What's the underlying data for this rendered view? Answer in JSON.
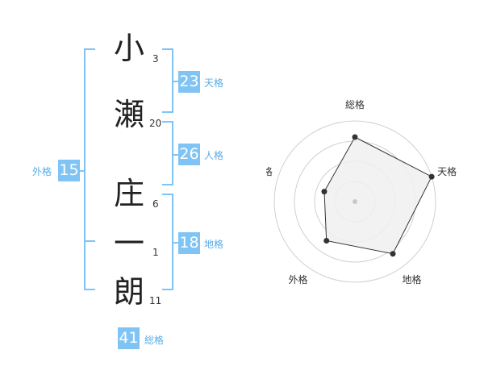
{
  "name_chars": [
    {
      "char": "小",
      "strokes": "3"
    },
    {
      "char": "瀬",
      "strokes": "20"
    },
    {
      "char": "庄",
      "strokes": "6"
    },
    {
      "char": "一",
      "strokes": "1"
    },
    {
      "char": "朗",
      "strokes": "11"
    }
  ],
  "fortunes": {
    "tenkaku": {
      "value": "23",
      "label": "天格"
    },
    "jinkaku": {
      "value": "26",
      "label": "人格"
    },
    "chikaku": {
      "value": "18",
      "label": "地格"
    },
    "gaikaku": {
      "value": "15",
      "label": "外格"
    },
    "soukaku": {
      "value": "41",
      "label": "総格"
    }
  },
  "chart_data": {
    "type": "radar",
    "axes": [
      "総格",
      "天格",
      "地格",
      "外格",
      "人格"
    ],
    "values": [
      4,
      5,
      4,
      3,
      2
    ],
    "max": 5,
    "rings": 4
  },
  "colors": {
    "accent": "#7fc4f5",
    "label_accent": "#5aace8",
    "ring": "#d0d0d0",
    "fill": "#f0f0f0",
    "line": "#333333"
  }
}
